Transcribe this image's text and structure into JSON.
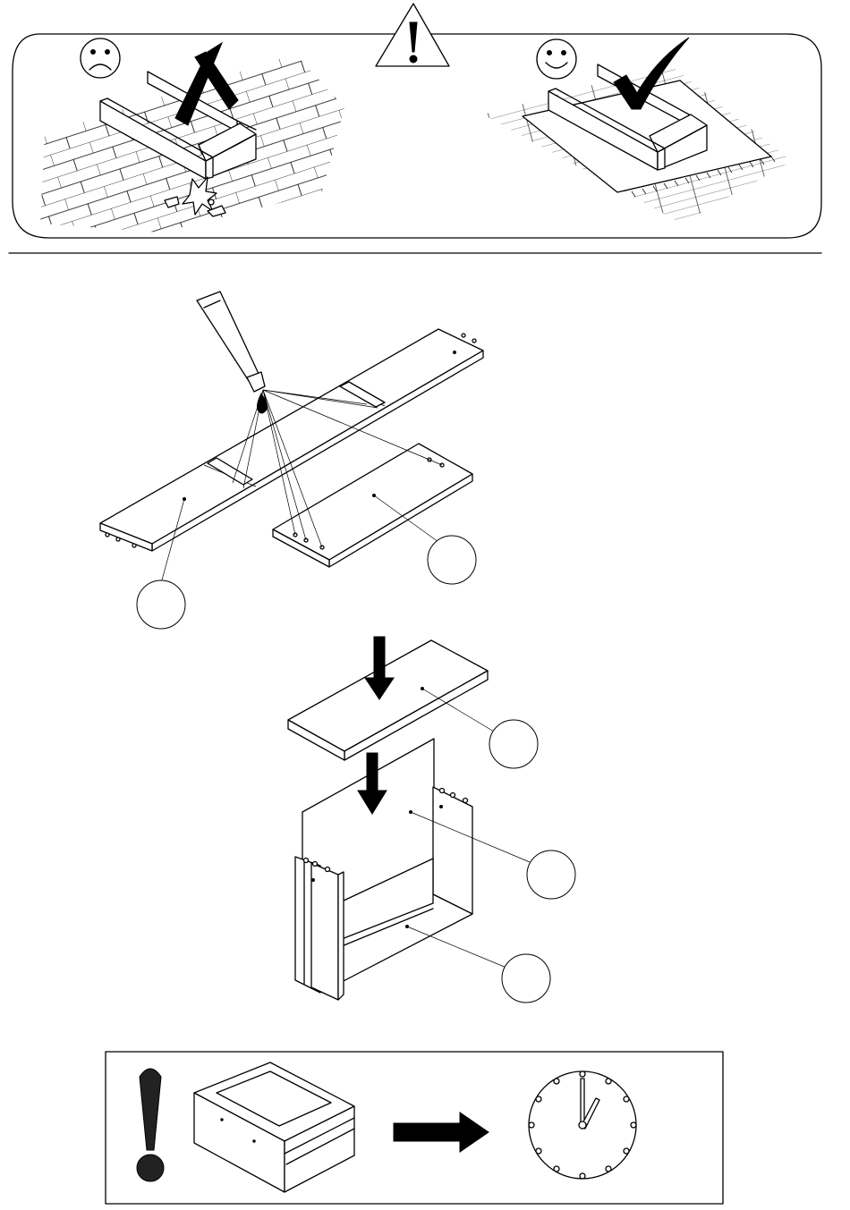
{
  "warning_panel": {
    "icons": [
      "warning-triangle-icon",
      "sad-face-icon",
      "happy-face-icon",
      "cross-mark-icon",
      "check-mark-icon"
    ]
  },
  "step_glue": {
    "icons": [
      "glue-tube-icon",
      "glue-drop-icon"
    ],
    "callouts": [
      {
        "id": "callout-side-panels",
        "label": ""
      },
      {
        "id": "callout-bottom-panel",
        "label": ""
      }
    ]
  },
  "step_assembly": {
    "icons": [
      "down-arrow-icon",
      "down-arrow-icon"
    ],
    "callouts": [
      {
        "id": "callout-top-panel",
        "label": ""
      },
      {
        "id": "callout-back-panel",
        "label": ""
      },
      {
        "id": "callout-frame",
        "label": ""
      }
    ]
  },
  "note_panel": {
    "icons": [
      "exclamation-icon",
      "drawer-icon",
      "right-arrow-icon",
      "clock-icon"
    ]
  },
  "colors": {
    "ink": "#000000",
    "paper": "#ffffff"
  }
}
